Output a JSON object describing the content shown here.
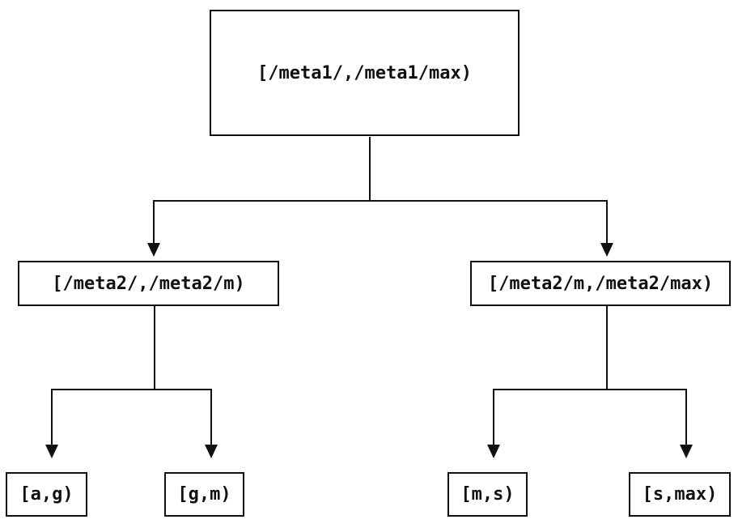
{
  "diagram": {
    "type": "binary-tree",
    "background_color": "#ffffff",
    "stroke_color": "#111111",
    "nodes": {
      "root": {
        "label": "[/meta1/,/meta1/max)"
      },
      "meta2_low": {
        "label": "[/meta2/,/meta2/m)"
      },
      "meta2_high": {
        "label": "[/meta2/m,/meta2/max)"
      },
      "leaf_ag": {
        "label": "[a,g)"
      },
      "leaf_gm": {
        "label": "[g,m)"
      },
      "leaf_ms": {
        "label": "[m,s)"
      },
      "leaf_smax": {
        "label": "[s,max)"
      }
    },
    "edges": [
      {
        "from": "root",
        "to": "meta2_low"
      },
      {
        "from": "root",
        "to": "meta2_high"
      },
      {
        "from": "meta2_low",
        "to": "leaf_ag"
      },
      {
        "from": "meta2_low",
        "to": "leaf_gm"
      },
      {
        "from": "meta2_high",
        "to": "leaf_ms"
      },
      {
        "from": "meta2_high",
        "to": "leaf_smax"
      }
    ]
  }
}
